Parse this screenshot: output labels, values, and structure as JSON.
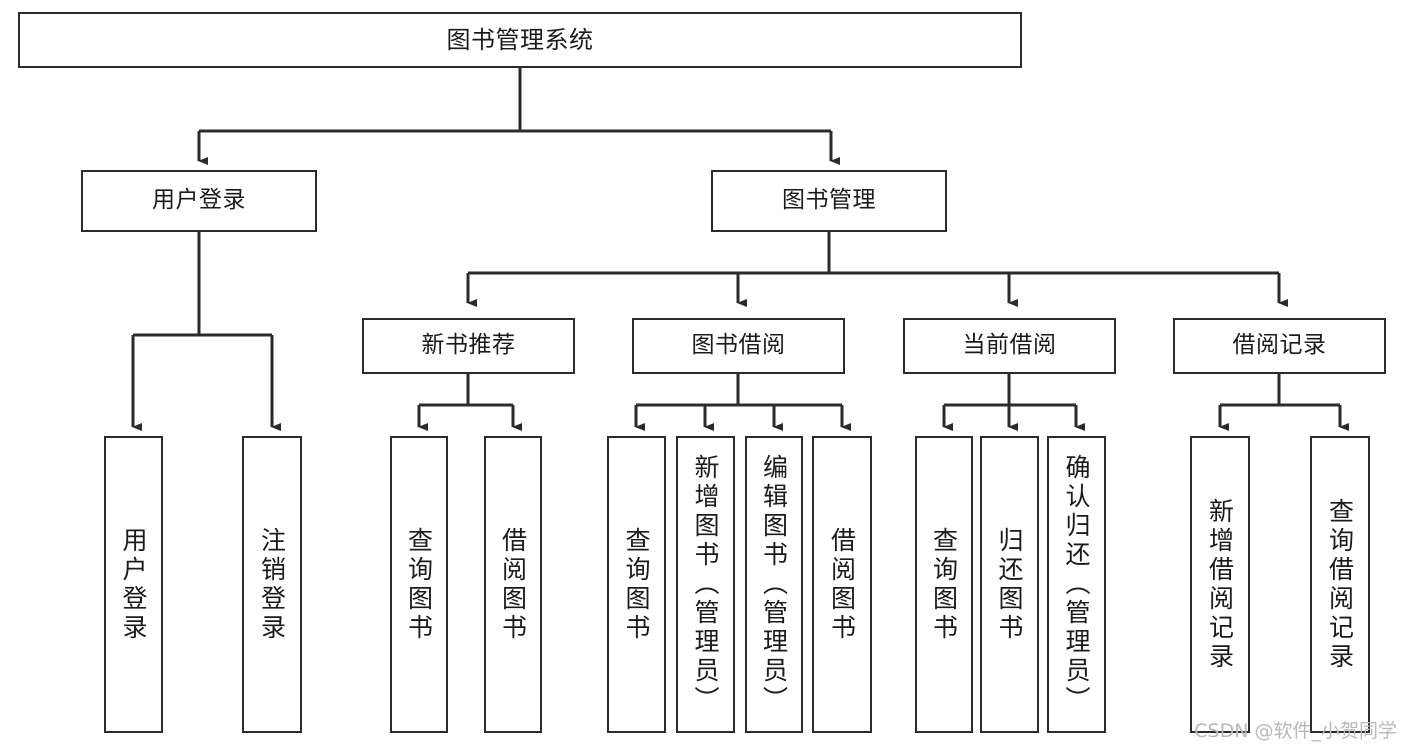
{
  "diagram": {
    "title": "图书管理系统",
    "type": "tree-hierarchy-diagram",
    "watermark": "CSDN @软件_小贺同学",
    "colors": {
      "box_border": "#2b2b2b",
      "box_fill": "#ffffff",
      "edge": "#2b2b2b",
      "text": "#1b1b1b",
      "watermark": "#b8b8b8",
      "background": "#ffffff"
    },
    "nodes": {
      "root": {
        "label": "图书管理系统"
      },
      "level2": [
        {
          "id": "user-login",
          "label": "用户登录"
        },
        {
          "id": "book-manage",
          "label": "图书管理"
        }
      ],
      "level3": [
        {
          "id": "new-book-recommend",
          "label": "新书推荐"
        },
        {
          "id": "book-borrow",
          "label": "图书借阅"
        },
        {
          "id": "current-borrow",
          "label": "当前借阅"
        },
        {
          "id": "borrow-record",
          "label": "借阅记录"
        }
      ],
      "leaves": {
        "user_login": [
          {
            "id": "leaf-user-login",
            "label": "用户登录"
          },
          {
            "id": "leaf-logout-login",
            "label": "注销登录"
          }
        ],
        "new_book_recommend": [
          {
            "id": "leaf-query-book-1",
            "label": "查询图书"
          },
          {
            "id": "leaf-borrow-book-1",
            "label": "借阅图书"
          }
        ],
        "book_borrow": [
          {
            "id": "leaf-query-book-2",
            "label": "查询图书"
          },
          {
            "id": "leaf-add-book-admin",
            "label": "新增图书（管理员）"
          },
          {
            "id": "leaf-edit-book-admin",
            "label": "编辑图书（管理员）"
          },
          {
            "id": "leaf-borrow-book-2",
            "label": "借阅图书"
          }
        ],
        "current_borrow": [
          {
            "id": "leaf-query-book-3",
            "label": "查询图书"
          },
          {
            "id": "leaf-return-book",
            "label": "归还图书"
          },
          {
            "id": "leaf-confirm-return-admin",
            "label": "确认归还（管理员）"
          }
        ],
        "borrow_record": [
          {
            "id": "leaf-add-borrow-record",
            "label": "新增借阅记录"
          },
          {
            "id": "leaf-query-borrow-record",
            "label": "查询借阅记录"
          }
        ]
      }
    }
  }
}
